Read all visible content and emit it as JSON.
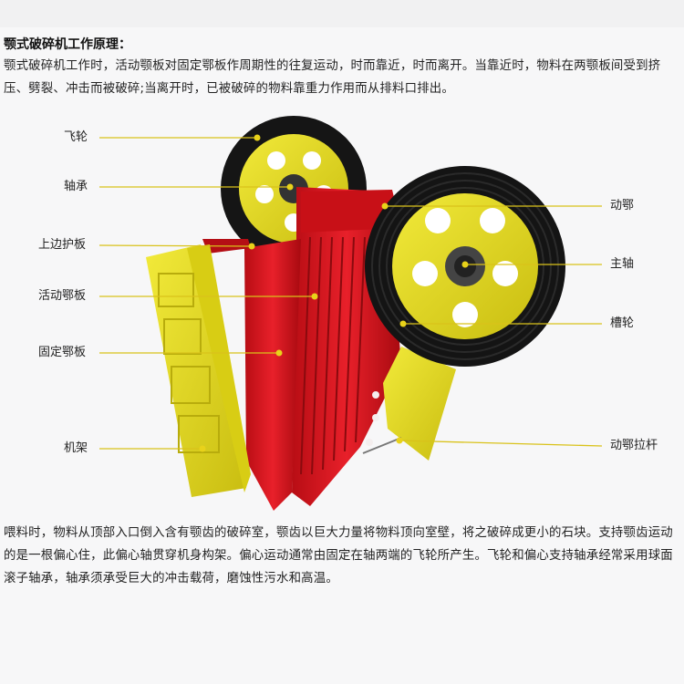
{
  "heading": "颚式破碎机工作原理：",
  "paragraph1": "颚式破碎机工作时，活动颚板对固定鄂板作周期性的往复运动，时而靠近，时而离开。当靠近时，物料在两颚板间受到挤压、劈裂、冲击而被破碎;当离开时，已被破碎的物料靠重力作用而从排料口排出。",
  "paragraph2": "喂料时，物料从顶部入口倒入含有颚齿的破碎室，颚齿以巨大力量将物料顶向室壁，将之破碎成更小的石块。支持颚齿运动的是一根偏心住，此偏心轴贯穿机身构架。偏心运动通常由固定在轴两端的飞轮所产生。飞轮和偏心支持轴承经常采用球面滚子轴承，轴承须承受巨大的冲击载荷，磨蚀性污水和高温。",
  "diagram": {
    "labels_left": [
      "飞轮",
      "轴承",
      "上边护板",
      "活动鄂板",
      "固定鄂板",
      "机架"
    ],
    "labels_right": [
      "动鄂",
      "主轴",
      "槽轮",
      "动鄂拉杆"
    ],
    "colors": {
      "red": "#d4131b",
      "yellow": "#e6dc1e",
      "black": "#1a1a1a",
      "leader": "#d9c21a"
    }
  }
}
